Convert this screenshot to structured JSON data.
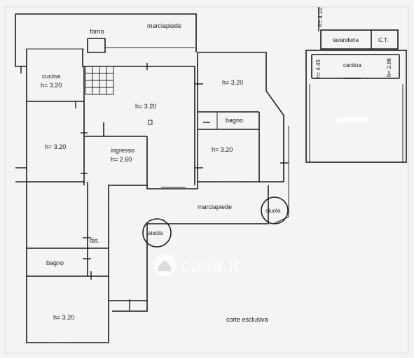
{
  "plan": {
    "rooms": [
      {
        "id": "cucina",
        "name": "cucina",
        "height": "h= 3.20"
      },
      {
        "id": "soggiorno",
        "name": "",
        "height": "h= 3.20"
      },
      {
        "id": "camera-ovest",
        "name": "",
        "height": "h= 3.20"
      },
      {
        "id": "ingresso",
        "name": "ingresso",
        "height": "h= 2.60"
      },
      {
        "id": "camera-nord-est",
        "name": "",
        "height": "h= 3.20"
      },
      {
        "id": "bagno-est",
        "name": "bagno",
        "height": ""
      },
      {
        "id": "camera-est",
        "name": "",
        "height": "h= 3.20"
      },
      {
        "id": "dis",
        "name": "dis.",
        "height": ""
      },
      {
        "id": "bagno-ovest",
        "name": "bagno",
        "height": ""
      },
      {
        "id": "camera-sud",
        "name": "",
        "height": "h= 3.20"
      }
    ],
    "labels": {
      "forno": "forno",
      "marciapiede_top": "marciapiede",
      "marciapiede_center": "marciapiede",
      "aiuola_1": "aiuola",
      "aiuola_2": "aiuola",
      "corte": "corte esclusiva"
    },
    "annex": {
      "lavanderia": "lavanderia",
      "ct": "C.T.",
      "cantina": "cantina",
      "h_left_top": "h= 4.10",
      "h_left": "h= 4.45",
      "h_right": "h= 2.86"
    },
    "watermark": "casa.it"
  }
}
